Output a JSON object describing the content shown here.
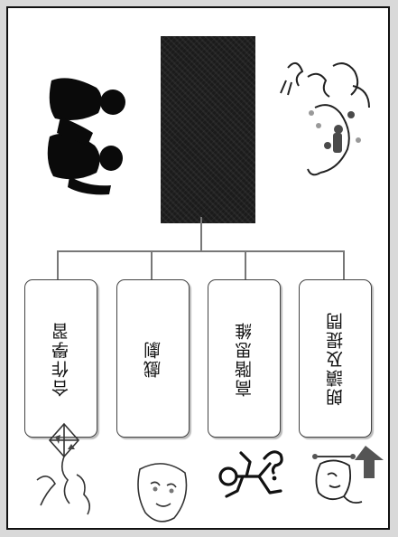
{
  "diagram": {
    "title_box_text": "",
    "cards": [
      {
        "label": "合作學習"
      },
      {
        "label": "戲劇"
      },
      {
        "label": "高階思維"
      },
      {
        "label": "朗讀及提問"
      }
    ]
  },
  "icons": {
    "top_left": "two-people-silhouette-icon",
    "top_right": "dragon-illustration-icon",
    "bottom_1": "kite-illustration-icon",
    "bottom_2": "mask-illustration-icon",
    "bottom_3": "thinking-figure-icon",
    "bottom_4": "reading-figure-icon"
  },
  "colors": {
    "title_box": "#1b1b1b",
    "border": "#111111"
  }
}
